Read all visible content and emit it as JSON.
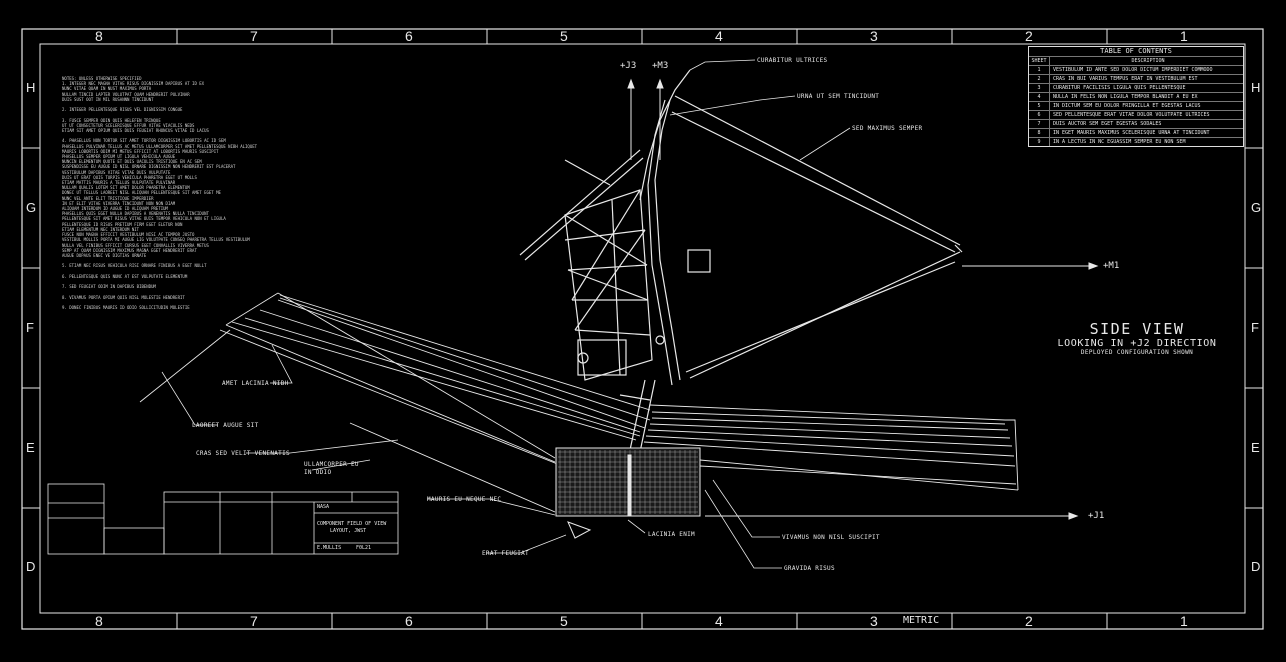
{
  "columns": [
    "8",
    "7",
    "6",
    "5",
    "4",
    "3",
    "2",
    "1"
  ],
  "rows": [
    "H",
    "G",
    "F",
    "E",
    "D"
  ],
  "metric": "METRIC",
  "notes": {
    "title": "NOTES: UNLESS OTHERWISE SPECIFIED",
    "lines": [
      "1.  INTEGER NEC MAGNA VITAE RISUS DIGNISSIM DAPIBUS AT ID EX",
      "      NUNC VITAE QUAM IN NUST MAXIMUS PORTA",
      "      NULLAM TINCID LAPTER VOLUTPAT QUAM HENDRERIT PULVINAR",
      "      DUIS SUST OOT IN MIL RUSANNN TINCIDUNT",
      "",
      "2.  INTEGER PELLENTESQUE RISUS VEL DIGNISSIM CONGUE",
      "",
      "3.  FUSCE SEMPER ODIN QUIS HELEFEN TRINQUE",
      "      UT UT CONSECTETUR SCELERISQUE EFFUR VITAE VIACULIS NEDS",
      "      ETIAM SIT AMET OPIUM QUIS DUIS FEUGIAT RHONCUS VITAE ID LACUS",
      "",
      "4.  PHASELLUS NON TORTOR SIT AMET TORTOR DIGNISSIM LOBORTIS AC ID SEM",
      "      PHASELLUS PULVINAR TELLUS AC METUS ULLAMCORPER SIT AMET PELLENTESQUE NIBH ALIQUET",
      "      MAURIS LOBORTIS ODIM MI METUS EFFICIT AT LOBORTIS MAURIS SUSCIPIT",
      "      PHASELLUS SEMPER OPIUM UT LIGULA VEHICULA AUGUE",
      "      NUNCIN ELEMENTUM QUOTE ET DUIS UACULIS TRISTIQUE EN AC SEM",
      "      SUSPENDISSE EU AUGUE ID NISL ORNARE DIGNISSIM NON HENDRERIT EST PLACERAT",
      "      VESTIBULUM DAPIBUS VITAE VITAE DUIS VULPUTATE",
      "      DUIS UT ERAT QUIS TURPIS VEHICULA PHARETRA EGET UT MOLLS",
      "      ETIAM MATTIS MAURIS A TELLUS VULPUTATE PULVINAR",
      "      NULLAM QUALIS LOTEM SIT AMET DOLOR PHARETRA ELEMENTUM",
      "      DONEC UT TELLUS LAOREET NISL ALIQUAN PELLENTESQUE SIT AMET EGET ME",
      "      NUNC VEL ANTE ELIT TRISTIQUE IMPERDIER",
      "      IN ET ELIT VITAE VIVERRA TINCIDUNT NON NON DIAM",
      "      ALIQUAM INTERDUM ID AUGUE ID ALIQUAM PRETIUM",
      "      PHASELLUS QUIS EGET NULLA DAPIBUS A VENENATIS NULLA TINCIDUNT",
      "      PELLENTESQUE SIT AMET RISUS VITAE OUIS TEMPOR VEHICULA NON ET LIGULA",
      "      PELLENTESQUE ID RISUS PRETIUM FIRM EGET ELETUR NON",
      "      ETIAM ELEMENTUM NEC INTERDUM NIT",
      "      FUSCE NON MAGNA EFFICIT VESTIBULUM NISI AC TEMPOR JUSTO",
      "      VESTIBUL MOLLIS PORTA MI AUGUE LIG VOLUTPATE CONSEQ PHARETRA TELLUS VESTIBULUM",
      "      NULLA VEL FINIBUS EFFICIT CURSUS EGET CONVALLIS VIVERRA METUS",
      "      SEMP AT QUAM DIGNISSIM MAXIMUS MAGNA EGET HENDRERIT ERAT",
      "      AUGUE DOPAUS ENEC VE DIGTIAS ORNATE",
      "",
      "5.  ETIAM NEC RISUS VEHICULA RISI ORNARE FINIBUS A EGET NULLT",
      "",
      "6.  PELLENTESQUE QUIS NUNC AT EST VULPUTATE ELEMENTUM",
      "",
      "7.  SED FEUGIAT ODIM IN DAPIBUS BIBENDUM",
      "",
      "8.  VIVAMUS PORTA OPIUM QUIS NISL MOLESTIE HENDRERIT",
      "",
      "9.  DONEC FINIBUS MAURIS ID ODIO SOLLICITUDIN MOLESTIE"
    ]
  },
  "toc": {
    "title": "TABLE OF CONTENTS",
    "col_sheet": "SHEET",
    "col_desc": "DESCRIPTION",
    "rows": [
      {
        "sheet": "1",
        "desc": "VESTIBULUM ID ANTE SED DOLOR DICTUM IMPERDIET COMMODO"
      },
      {
        "sheet": "2",
        "desc": "CRAS IN BUI VARIUS TEMPUS ERAT IN VESTIBULUM EST"
      },
      {
        "sheet": "3",
        "desc": "CURABITUR FACILISIS LIGULA QUIS PELLENTESQUE"
      },
      {
        "sheet": "4",
        "desc": "NULLA IN FELIS NON LIGULA TEMPOR BLANDIT A EU EX"
      },
      {
        "sheet": "5",
        "desc": "IN DICTUM SEM EU DOLOR FRINGILLA ET EGESTAS LACUS"
      },
      {
        "sheet": "6",
        "desc": "SED PELLENTESQUE ERAT VITAE DOLOR VOLUTPATE ULTRICES"
      },
      {
        "sheet": "7",
        "desc": "DUIS AUCTOR SEM EGET EGESTAS SODALES"
      },
      {
        "sheet": "8",
        "desc": "IN EGET MAURIS MAXIMUS SCELERISQUE URNA AT TINCIDUNT"
      },
      {
        "sheet": "9",
        "desc": "IN A LECTUS IN NC EGUASSIM SEMPER EU NON SEM"
      }
    ]
  },
  "view": {
    "title": "SIDE VIEW",
    "subtitle": "LOOKING IN +J2 DIRECTION",
    "note": "DEPLOYED CONFIGURATION SHOWN"
  },
  "axes": {
    "j3": "+J3",
    "m3": "+M3",
    "m1": "+M1",
    "j1": "+J1"
  },
  "callouts": {
    "curabitur": "CURABITUR ULTRICES",
    "urna": "URNA UT SEM TINCIDUNT",
    "sedmax": "SED MAXIMUS SEMPER",
    "amet": "AMET LACINIA NIBH",
    "laoreet": "LAOREET AUGUE SIT",
    "cras": "CRAS SED VELIT VENENATIS",
    "ullam1": "ULLAMCORPER EU",
    "ullam2": "IN ODIO",
    "mauris": "MAURIS EU NEQUE NEC",
    "lacinia": "LACINIA ENIM",
    "vivamus": "VIVAMUS NON NISL SUSCIPIT",
    "gravida": "GRAVIDA RISUS",
    "erat": "ERAT FEUGIAT"
  },
  "title_block": {
    "agency": "NASA",
    "drawing_title_1": "COMPONENT FIELD OF VIEW",
    "drawing_title_2": "LAYOUT, JWST",
    "name": "E.MULLIS",
    "code": "F0L21"
  },
  "colors": {
    "background": "#000000",
    "line": "#e8e8e8"
  }
}
